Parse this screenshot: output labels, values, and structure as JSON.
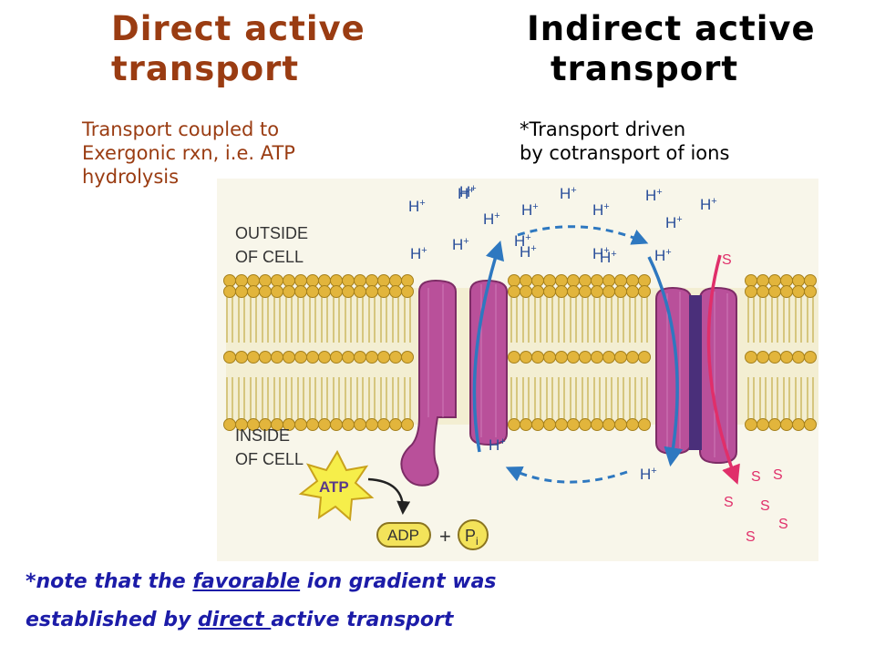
{
  "titles": {
    "left": {
      "line1": "Direct active",
      "line2": "transport"
    },
    "right": {
      "line1": "Indirect active",
      "line2": "transport"
    }
  },
  "descriptions": {
    "left": [
      "Transport coupled to",
      "Exergonic rxn, i.e. ATP",
      "hydrolysis"
    ],
    "right": [
      "*Transport driven",
      "by cotransport of ions"
    ]
  },
  "diagram": {
    "outside_label": [
      "OUTSIDE",
      "OF CELL"
    ],
    "inside_label": [
      "INSIDE",
      "OF CELL"
    ],
    "proton_symbol": "H",
    "proton_charge": "+",
    "solute_symbol": "S",
    "atp_label": "ATP",
    "adp_label": "ADP",
    "plus_sign": "+",
    "pi_label": "P",
    "pi_subscript": "i",
    "colors": {
      "background": "#f8f6ea",
      "lipid_head": "#e2b53c",
      "protein": "#b9509a",
      "arrow_blue": "#2e78c0",
      "arrow_pink": "#e02f6a",
      "atp_star": "#f6ee4a",
      "adp_box": "#f3e35a"
    }
  },
  "note": {
    "part1": "*note that the ",
    "underline1": "favorable",
    "part2": " ion gradient was",
    "part3": "established by ",
    "underline2": "direct ",
    "part4": "active transport"
  }
}
